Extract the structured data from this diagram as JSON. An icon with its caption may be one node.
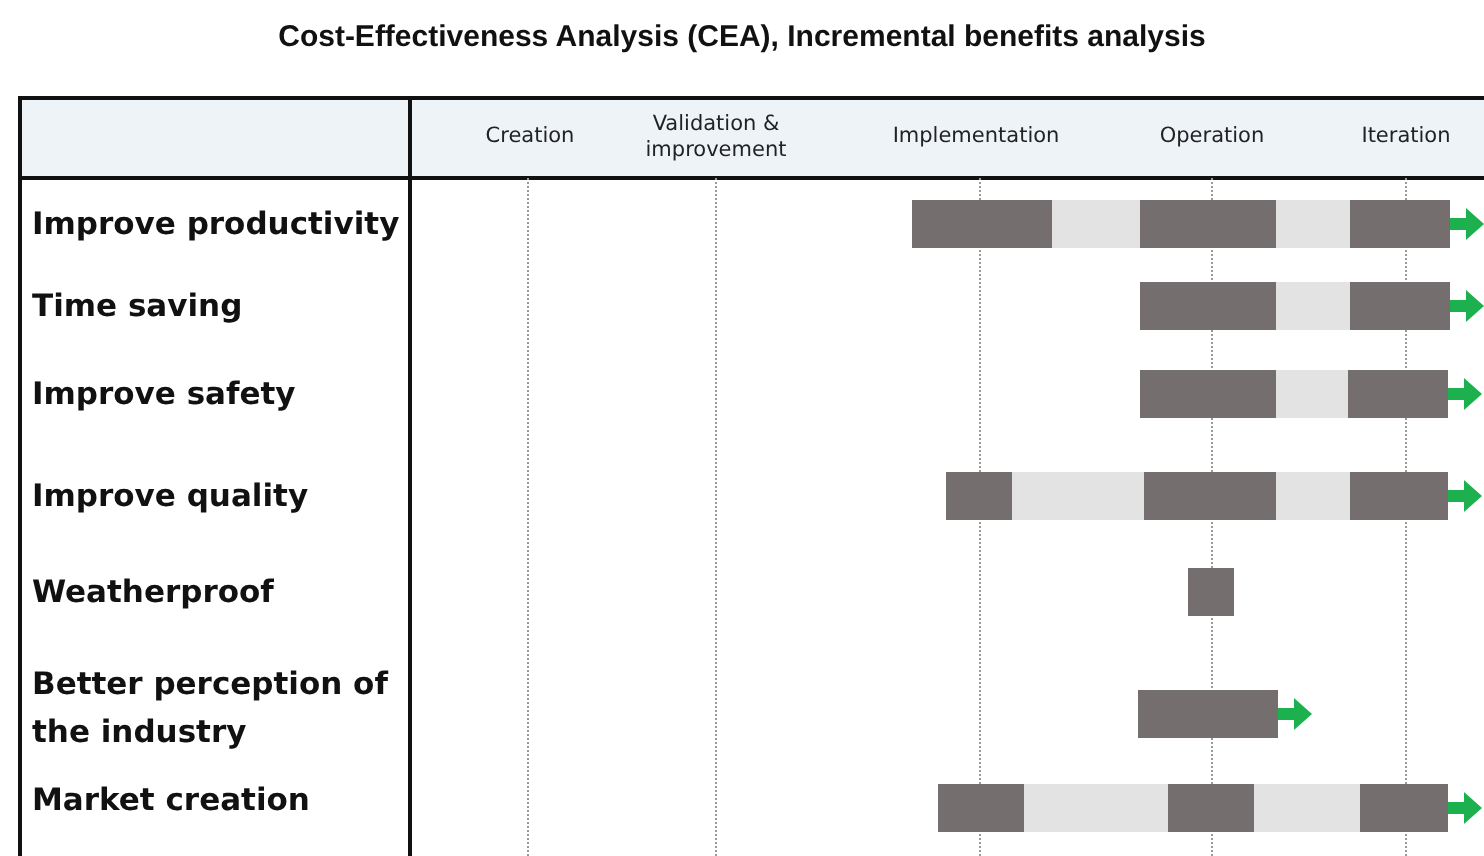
{
  "diagram": {
    "title": "Cost-Effectiveness Analysis (CEA), Incremental benefits analysis",
    "labels": [
      "Creation",
      "Validation & improvement",
      "Implementation",
      "Operation",
      "Iteration",
      "Improve productivity",
      "Time saving",
      "Improve safety",
      "Improve quality",
      "Weatherproof",
      "Better perception of the industry",
      "Market creation"
    ]
  }
}
